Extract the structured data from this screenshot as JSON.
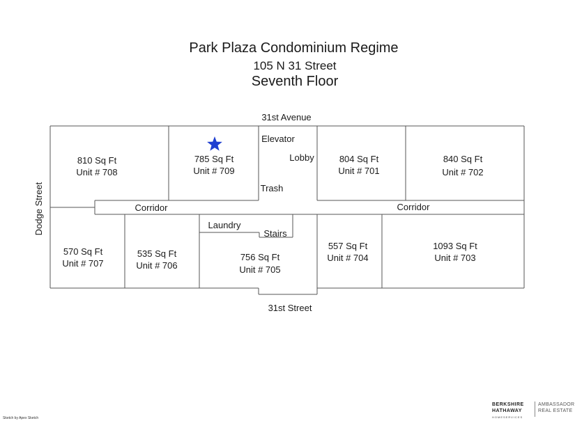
{
  "title": {
    "line1": "Park Plaza Condominium Regime",
    "line2": "105 N 31 Street",
    "line3": "Seventh Floor"
  },
  "streets": {
    "north": "31st Avenue",
    "south": "31st Street",
    "west": "Dodge Street"
  },
  "units": [
    {
      "id": "708",
      "area": "810 Sq Ft",
      "unit": "Unit # 708"
    },
    {
      "id": "709",
      "area": "785 Sq Ft",
      "unit": "Unit # 709"
    },
    {
      "id": "701",
      "area": "804 Sq Ft",
      "unit": "Unit # 701"
    },
    {
      "id": "702",
      "area": "840 Sq Ft",
      "unit": "Unit # 702"
    },
    {
      "id": "707",
      "area": "570 Sq Ft",
      "unit": "Unit # 707"
    },
    {
      "id": "706",
      "area": "535 Sq Ft",
      "unit": "Unit # 706"
    },
    {
      "id": "705",
      "area": "756 Sq Ft",
      "unit": "Unit # 705"
    },
    {
      "id": "704",
      "area": "557 Sq Ft",
      "unit": "Unit # 704"
    },
    {
      "id": "703",
      "area": "1093 Sq Ft",
      "unit": "Unit # 703"
    }
  ],
  "labels": {
    "elevator": "Elevator",
    "lobby": "Lobby",
    "trash": "Trash",
    "corridor_left": "Corridor",
    "corridor_right": "Corridor",
    "laundry": "Laundry",
    "stairs": "Stairs"
  },
  "marker": {
    "icon": "star-icon",
    "unit": "709",
    "color": "#1f3fd1"
  },
  "footer": {
    "credit": "Sketch by Apex Sketch",
    "brand_line1": "BERKSHIRE",
    "brand_line2": "HATHAWAY",
    "brand_line3": "HOMESERVICES",
    "brand_right1": "AMBASSADOR",
    "brand_right2": "REAL ESTATE"
  }
}
